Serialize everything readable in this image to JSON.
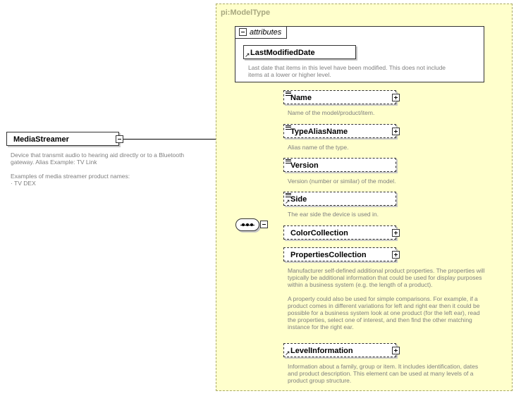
{
  "root": {
    "name": "MediaStreamer",
    "description": "Device that transmit audio to hearing aid directly or to a Bluetooth\ngateway. Alias Example: TV Link\n\nExamples of media streamer product names:\n·         TV DEX"
  },
  "type_panel": {
    "title": "pi:ModelType"
  },
  "attributes": {
    "label": "attributes",
    "item": {
      "name": "LastModifiedDate",
      "description": "Last date that items in this level have been modified. This does not include\nitems at a lower or higher level."
    }
  },
  "elements": [
    {
      "name": "Name",
      "description": "Name of the model/product/item."
    },
    {
      "name": "TypeAliasName",
      "description": "Alias name of the type."
    },
    {
      "name": "Version",
      "description": "Version (number or similar) of the model."
    },
    {
      "name": "Side",
      "description": "The ear side the device is used in."
    },
    {
      "name": "ColorCollection",
      "description": ""
    },
    {
      "name": "PropertiesCollection",
      "description": "Manufacturer self-defined additional product properties.  The properties will\ntypically be additional information that could be used for display purposes\nwithin a business system (e.g. the length of a product).\n\nA property could also be used for simple comparisons.  For example, if a\nproduct comes in different variations for left and right ear then it could be\npossible for a business system look at one product (for the left ear), read\nthe properties, select one of interest, and then find the other matching\ninstance for the right ear."
    },
    {
      "name": "LevelInformation",
      "description": "Information about a family, group or item. It includes identification, dates\nand product description. This element can be used at many levels of a\nproduct group structure."
    }
  ]
}
